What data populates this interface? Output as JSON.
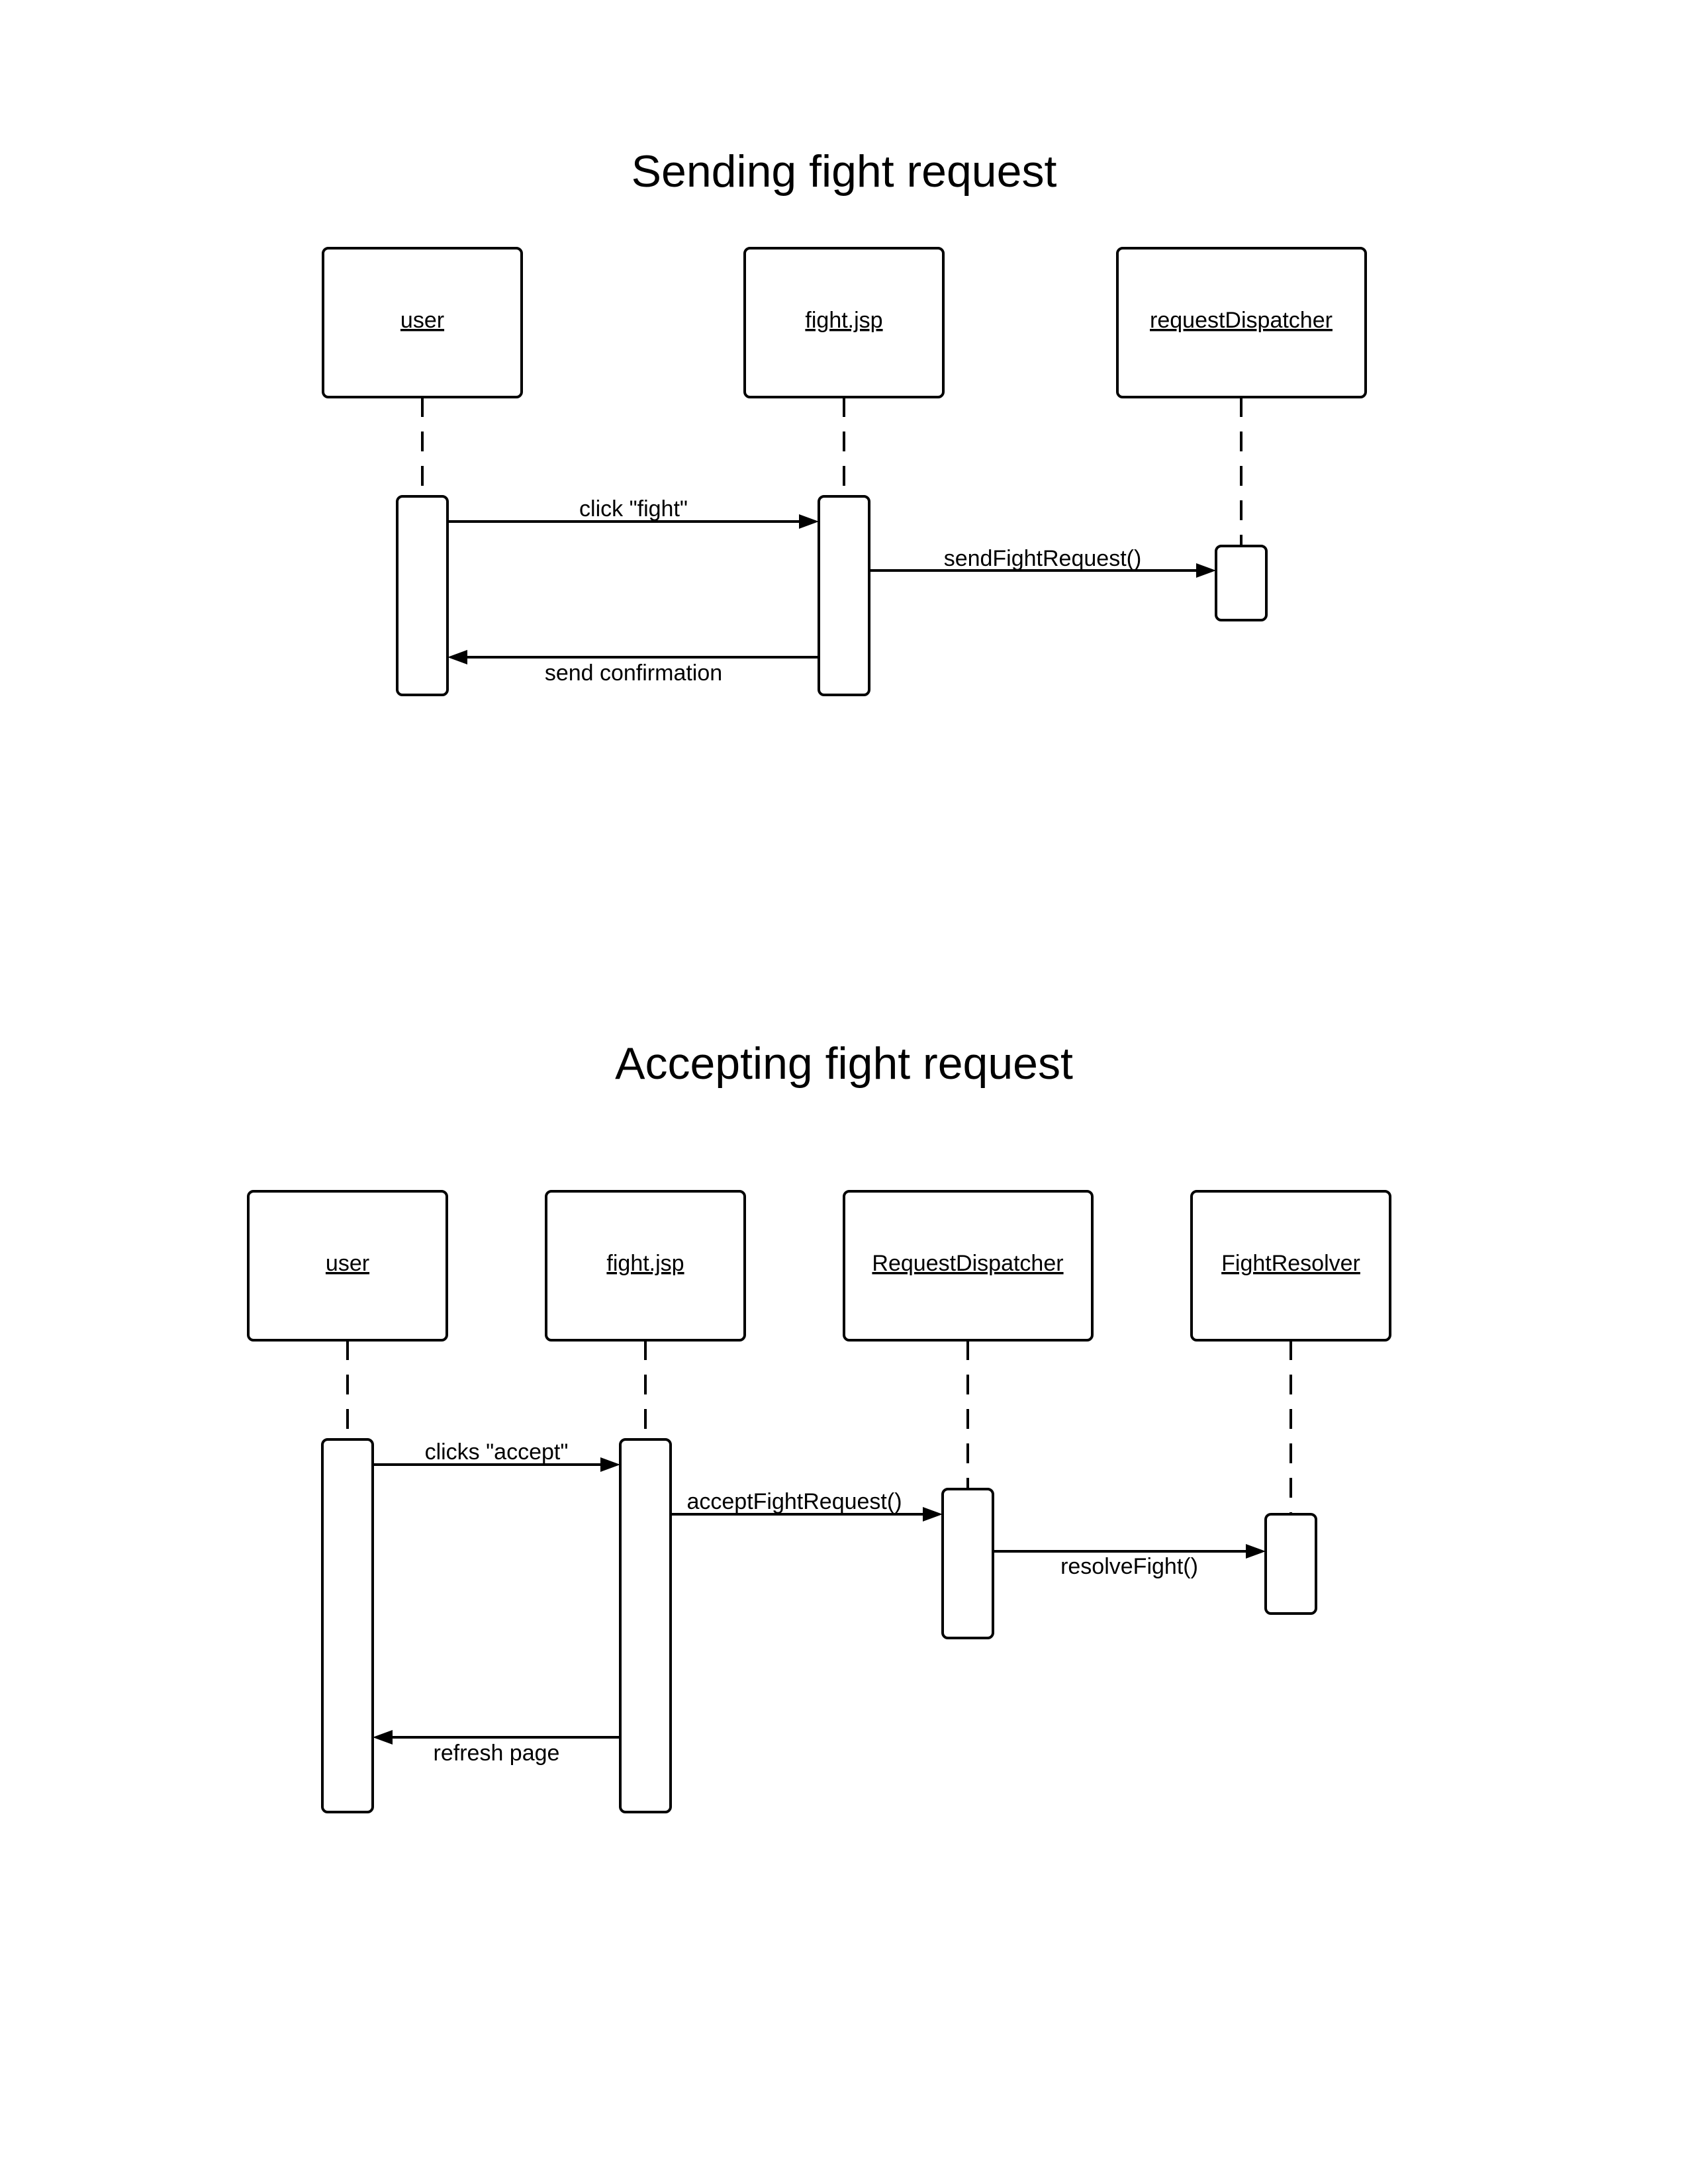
{
  "diagrams": [
    {
      "title": "Sending fight request",
      "participants": [
        "user",
        "fight.jsp",
        "requestDispatcher"
      ],
      "messages": [
        {
          "label": "click \"fight\""
        },
        {
          "label": "sendFightRequest()"
        },
        {
          "label": "send confirmation"
        }
      ]
    },
    {
      "title": "Accepting fight request",
      "participants": [
        "user",
        "fight.jsp",
        "RequestDispatcher",
        "FightResolver"
      ],
      "messages": [
        {
          "label": "clicks \"accept\""
        },
        {
          "label": "acceptFightRequest()"
        },
        {
          "label": "resolveFight()"
        },
        {
          "label": "refresh page"
        }
      ]
    }
  ]
}
